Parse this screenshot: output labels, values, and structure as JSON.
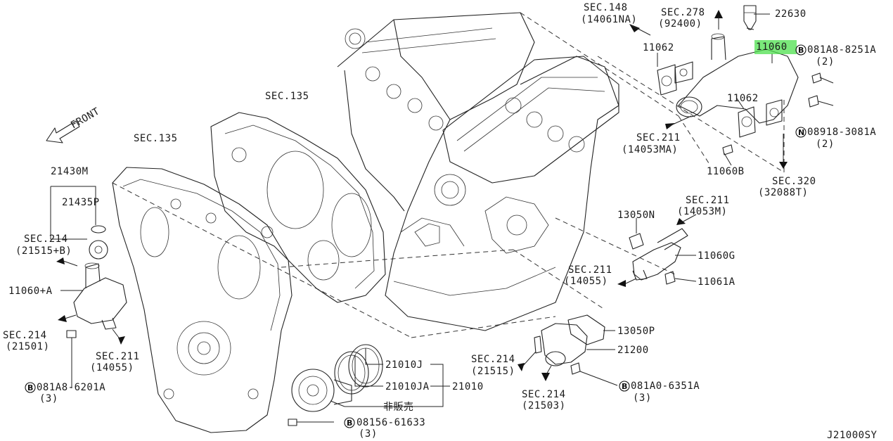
{
  "diagram_code": "J21000SY",
  "front_indicator": "FRONT",
  "highlight_color": "#4ee04e",
  "labels": {
    "sec148": "SEC.148",
    "sec148_ref": "(14061NA)",
    "sec278": "SEC.278",
    "sec278_ref": "(92400)",
    "p22630": "22630",
    "p11060": "11060",
    "b_081a8_8251a": "081A8-8251A",
    "qty_8251a": "(2)",
    "p11062_a": "11062",
    "p11062_b": "11062",
    "n_08918_3081a": "08918-3081A",
    "qty_3081a": "(2)",
    "p11060b": "11060B",
    "sec211_a": "SEC.211",
    "sec211_a_ref": "(14053MA)",
    "sec320": "SEC.320",
    "sec320_ref": "(32088T)",
    "sec135_a": "SEC.135",
    "sec135_b": "SEC.135",
    "p21430m": "21430M",
    "p21435p": "21435P",
    "sec214_a": "SEC.214",
    "sec214_a_ref": "(21515+B)",
    "p11060a": "11060+A",
    "sec214_b": "SEC.214",
    "sec214_b_ref": "(21501)",
    "sec211_b": "SEC.211",
    "sec211_b_ref": "(14055)",
    "b_081a8_6201a": "081A8-6201A",
    "qty_6201a": "(3)",
    "p13050n": "13050N",
    "sec211_c": "SEC.211",
    "sec211_c_ref": "(14053M)",
    "p11060g": "11060G",
    "sec211_d": "SEC.211",
    "sec211_d_ref": "(14055)",
    "p11061a": "11061A",
    "p13050p": "13050P",
    "p21200": "21200",
    "sec214_c": "SEC.214",
    "sec214_c_ref": "(21515)",
    "sec214_d": "SEC.214",
    "sec214_d_ref": "(21503)",
    "b_081a0_6351a": "081A0-6351A",
    "qty_6351a": "(3)",
    "p21010j": "21010J",
    "p21010ja": "21010JA",
    "p21010": "21010",
    "not_for_sale": "非販売",
    "b_08156_61633": "08156-61633",
    "qty_61633": "(3)"
  },
  "callout_markers": {
    "bolt": "B",
    "nut": "N"
  }
}
